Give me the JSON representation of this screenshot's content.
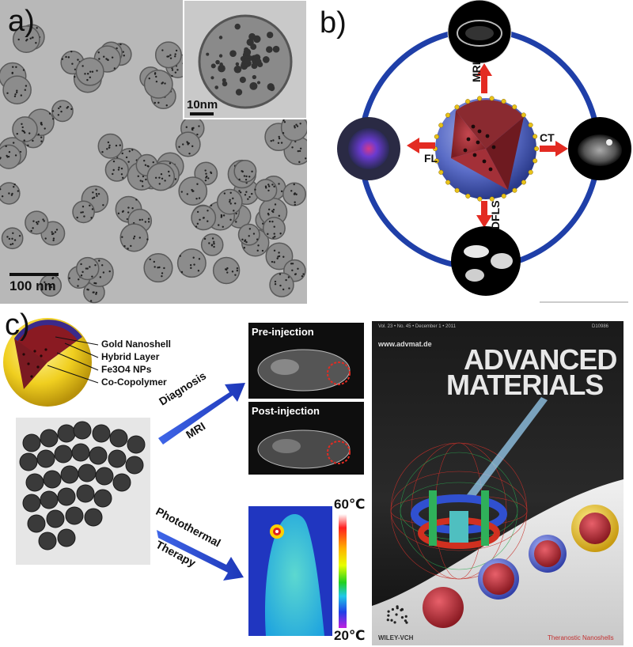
{
  "panels": {
    "a": {
      "letter": "a)",
      "inset_scale": "10nm",
      "main_scale": "100 nm"
    },
    "b": {
      "letter": "b)",
      "arrows": {
        "top": "MRI",
        "right": "CT",
        "left": "FL",
        "bottom": "DFLS"
      }
    },
    "c": {
      "letter": "c)",
      "legend": [
        "Gold Nanoshell",
        "Hybrid Layer",
        "Fe3O4 NPs",
        "Co-Copolymer"
      ],
      "mri": {
        "pre": "Pre-injection",
        "post": "Post-injection"
      },
      "diagnosis": {
        "line1": "Diagnosis",
        "line2": "MRI"
      },
      "therapy": {
        "line1": "Photothermal",
        "line2": "Therapy"
      },
      "temperature": {
        "max": "60℃",
        "min": "20℃"
      }
    }
  },
  "cover": {
    "issue_line": "Vol. 23 • No. 45 • December 1 • 2011",
    "code": "D10986",
    "url": "www.advmat.de",
    "title_line1": "ADVANCED",
    "title_line2": "MATERIALS",
    "publisher": "WILEY-VCH",
    "subtitle": "Theranostic Nanoshells"
  },
  "colors": {
    "ring_blue": "#1f3fa8",
    "arrow_red": "#e32b22",
    "arrow_blue": "#2346d8",
    "gold": "#e8c21a"
  }
}
